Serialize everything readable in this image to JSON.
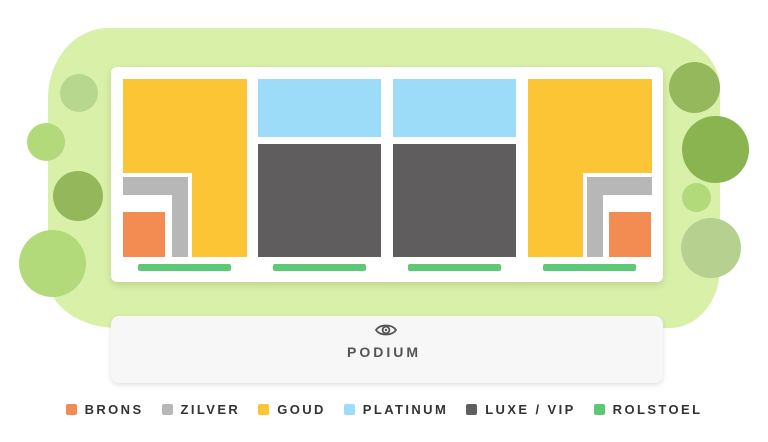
{
  "stage": {
    "label": "PODIUM",
    "icon": "eye-icon"
  },
  "legend": [
    {
      "label": "BRONS",
      "color": "#f28c52"
    },
    {
      "label": "ZILVER",
      "color": "#b7b7b7"
    },
    {
      "label": "GOUD",
      "color": "#fcc536"
    },
    {
      "label": "PLATINUM",
      "color": "#9ddcf9"
    },
    {
      "label": "LUXE / VIP",
      "color": "#5f5d5d"
    },
    {
      "label": "ROLSTOEL",
      "color": "#5dc876"
    }
  ],
  "colors": {
    "background_blob": "#d8f0a8"
  }
}
